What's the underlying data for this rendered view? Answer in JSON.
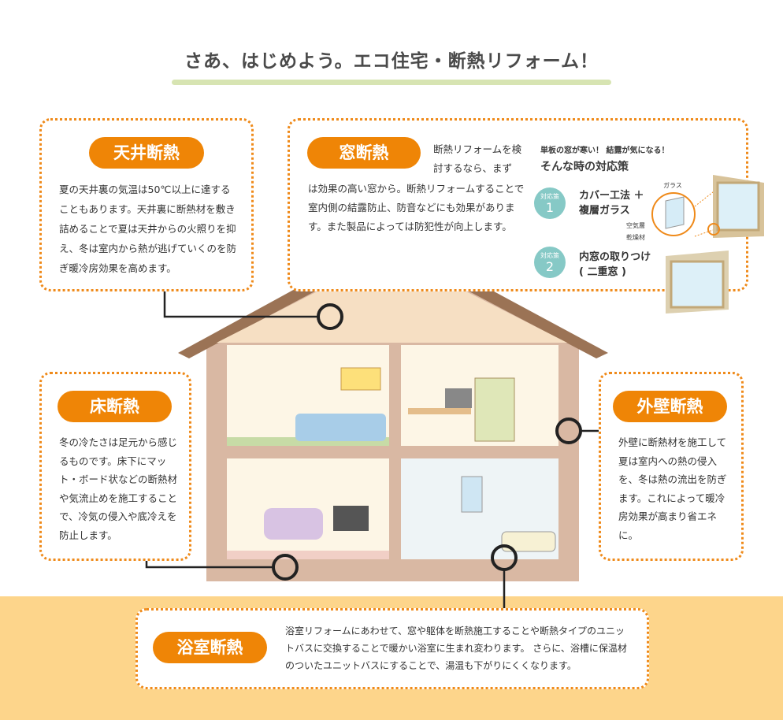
{
  "title": "さあ、はじめよう。エコ住宅・断熱リフォーム！",
  "sections": {
    "ceiling": {
      "label": "天井断熱",
      "text": "夏の天井裏の気温は50℃以上に達することもあります。天井裏に断熱材を敷き詰めることで夏は天井からの火照りを抑え、冬は室内から熱が逃げていくのを防ぎ暖冷房効果を高めます。"
    },
    "window": {
      "label": "窓断熱",
      "text_lead": "断熱リフォームを検討するなら、まず",
      "text": "は効果の高い窓から。断熱リフォームすることで室内側の結露防止、防音などにも効果があります。また製品によっては防犯性が向上します。",
      "tip_heading": "単板の窓が寒い！ 結露が気になる！",
      "tip_title": "そんな時の対応策",
      "measures": [
        {
          "badge": "対応策",
          "num": "1",
          "line1": "カバー工法 ＋",
          "line2": "複層ガラス"
        },
        {
          "badge": "対応策",
          "num": "2",
          "line1": "内窓の取りつけ",
          "line2": "( 二重窓 )"
        }
      ],
      "diagram_labels": {
        "glass": "ガラス",
        "air": "空気層",
        "desiccant": "乾燥材"
      }
    },
    "floor": {
      "label": "床断熱",
      "text": "冬の冷たさは足元から感じるものです。床下にマット・ボード状などの断熱材や気流止めを施工することで、冷気の侵入や底冷えを防止します。"
    },
    "exterior": {
      "label": "外壁断熱",
      "text": "外壁に断熱材を施工して夏は室内への熱の侵入を、冬は熱の流出を防ぎます。これによって暖冷房効果が高まり省エネに。"
    },
    "bath": {
      "label": "浴室断熱",
      "text": "浴室リフォームにあわせて、窓や躯体を断熱施工することや断熱タイプのユニットバスに交換することで暖かい浴室に生まれ変わります。 さらに、浴槽に保温材のついたユニットバスにすることで、湯温も下がりにくくなります。"
    }
  },
  "colors": {
    "accent": "#ef8506",
    "dots": "#ef8a1a",
    "teal": "#86c9c6",
    "band": "#fdd58b"
  }
}
